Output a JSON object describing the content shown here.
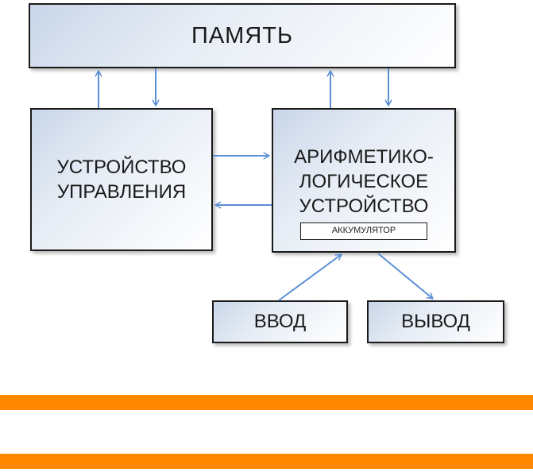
{
  "diagram": {
    "memory": "ПАМЯТЬ",
    "control_unit": "УСТРОЙСТВО\nУПРАВЛЕНИЯ",
    "alu": "АРИФМЕТИКО-\nЛОГИЧЕСКОЕ\nУСТРОЙСТВО",
    "accumulator": "АККУМУЛЯТОР",
    "input": "ВВОД",
    "output": "ВЫВОД"
  },
  "colors": {
    "arrow": "#5b8fd4",
    "band": "#ff8800",
    "border": "#1a1a1a"
  }
}
